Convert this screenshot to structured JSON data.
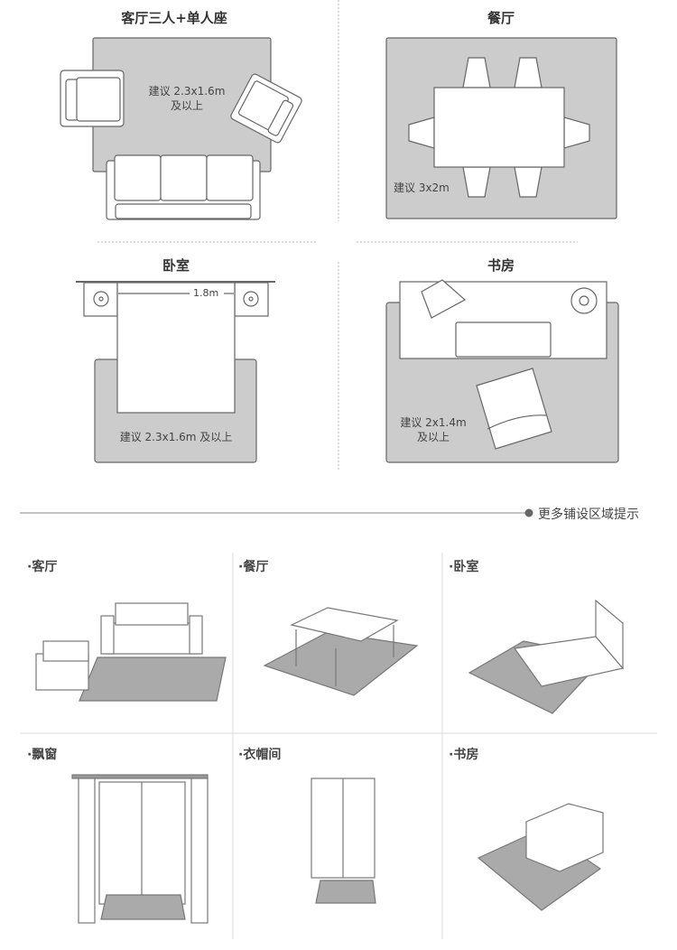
{
  "plans": {
    "living": {
      "title": "客厅三人+单人座",
      "note1": "建议 2.3x1.6m",
      "note2": "及以上"
    },
    "dining": {
      "title": "餐厅",
      "note": "建议 3x2m"
    },
    "bedroom": {
      "title": "卧室",
      "width": "1.8m",
      "note": "建议 2.3x1.6m 及以上"
    },
    "study": {
      "title": "书房",
      "note1": "建议 2x1.4m",
      "note2": "及以上"
    }
  },
  "more_hint": "更多铺设区域提示",
  "areas": [
    {
      "label": "·客厅"
    },
    {
      "label": "·餐厅"
    },
    {
      "label": "·卧室"
    },
    {
      "label": "·飘窗"
    },
    {
      "label": "·衣帽间"
    },
    {
      "label": "·书房"
    }
  ],
  "colors": {
    "rug": "#cccccc",
    "line": "#666666"
  }
}
